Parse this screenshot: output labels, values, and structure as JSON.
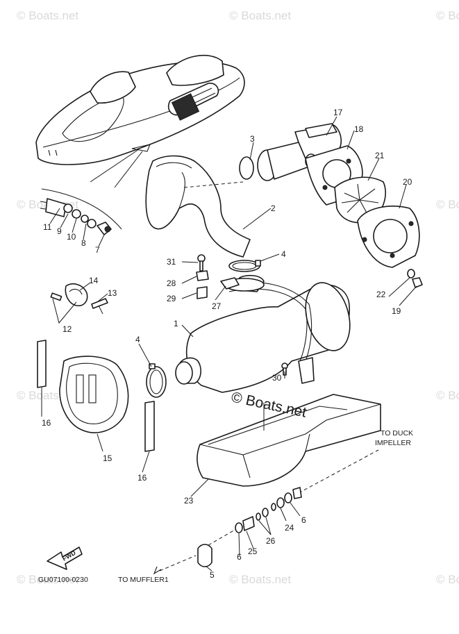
{
  "watermark": {
    "text": "© Boats.net",
    "center_text": "© Boats.net"
  },
  "notes": {
    "to_duck": "TO DUCK",
    "impeller": "IMPELLER",
    "to_muffler": "TO MUFFLER1",
    "fwd": "FWD",
    "code": "GU07100-0230"
  },
  "callouts": {
    "c1": "1",
    "c2": "2",
    "c3": "3",
    "c4a": "4",
    "c4b": "4",
    "c5": "5",
    "c6a": "6",
    "c6b": "6",
    "c7": "7",
    "c8": "8",
    "c9": "9",
    "c10": "10",
    "c11": "11",
    "c12": "12",
    "c13": "13",
    "c14": "14",
    "c15": "15",
    "c16a": "16",
    "c16b": "16",
    "c17": "17",
    "c18": "18",
    "c19": "19",
    "c20": "20",
    "c21": "21",
    "c22": "22",
    "c23": "23",
    "c24": "24",
    "c25": "25",
    "c26": "26",
    "c27": "27",
    "c28": "28",
    "c29": "29",
    "c30": "30",
    "c31": "31"
  }
}
